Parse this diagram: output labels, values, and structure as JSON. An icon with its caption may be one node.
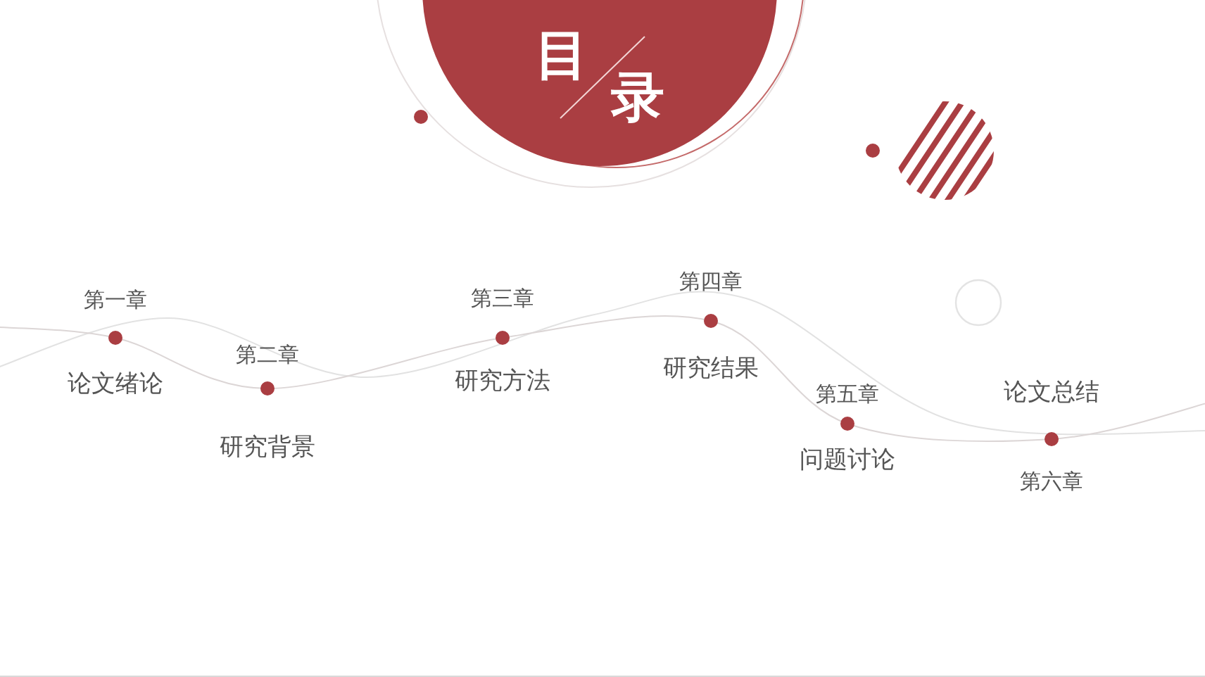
{
  "diagram": {
    "title": "目录",
    "nodes": [
      {
        "text": [
          "第一章",
          "论文绪论"
        ]
      },
      {
        "text": [
          "第二章",
          "研究背景"
        ]
      },
      {
        "text": [
          "第三章",
          "研究方法"
        ]
      },
      {
        "text": [
          "第四章",
          "研究结果"
        ]
      },
      {
        "text": [
          "第五章",
          "问题讨论"
        ]
      },
      {
        "text": [
          "论文总结",
          "第六章"
        ]
      }
    ]
  }
}
